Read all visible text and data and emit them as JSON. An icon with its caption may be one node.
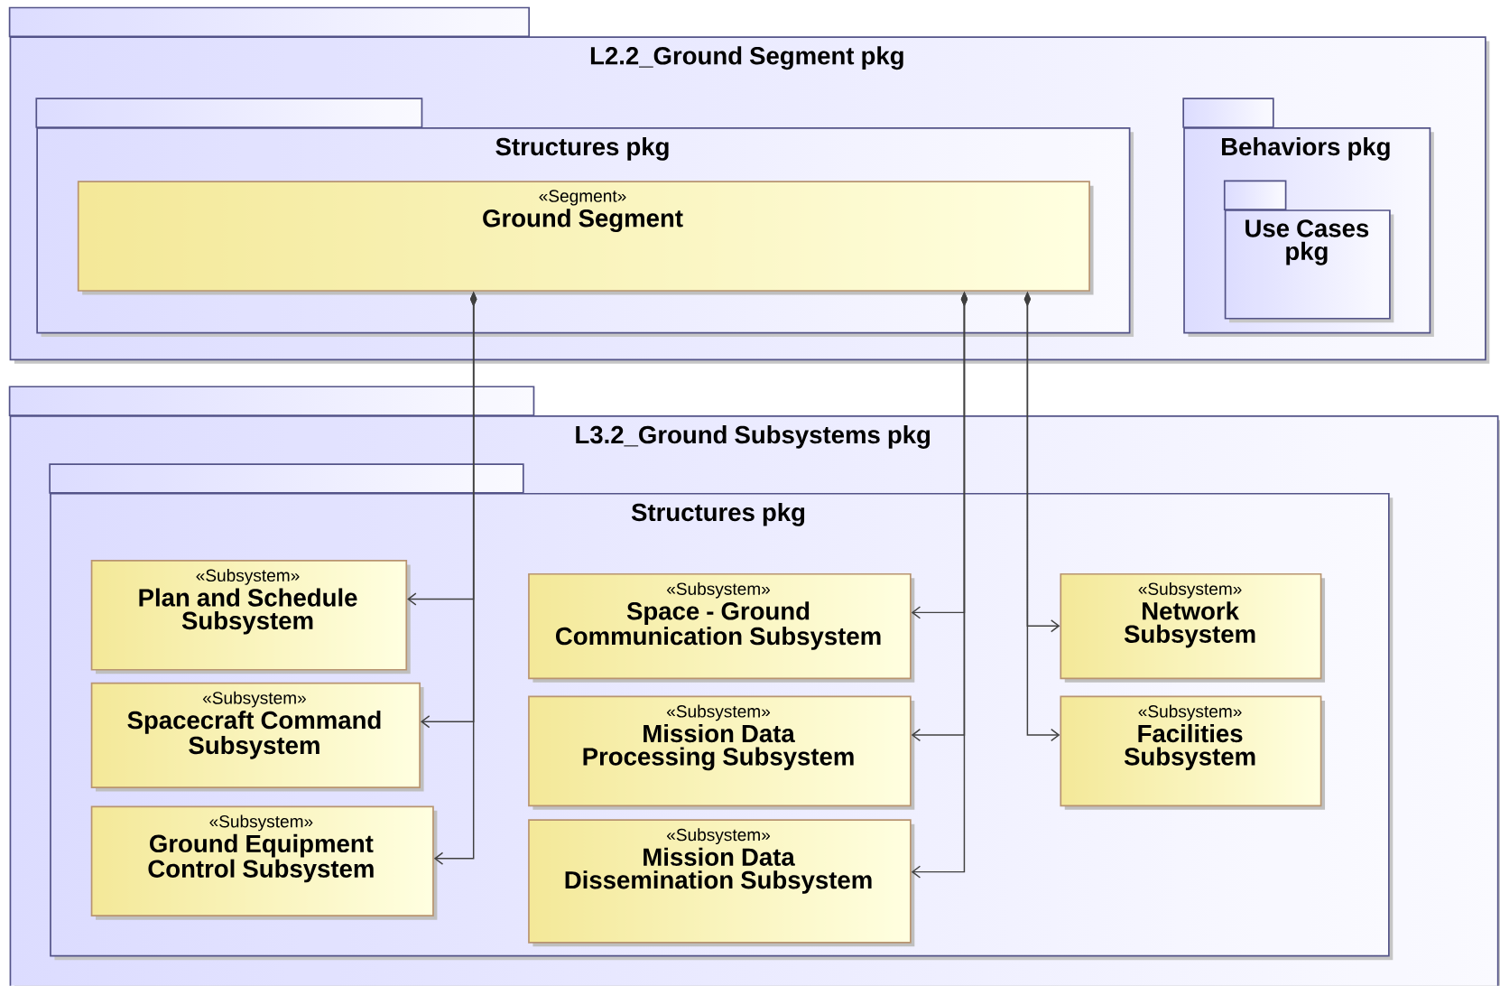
{
  "diagram": {
    "nodes": [
      {
        "text": [
          "L2.2_Ground Segment pkg"
        ]
      },
      {
        "text": [
          "Structures pkg"
        ],
        "in": 0
      },
      {
        "text": [
          "«Segment»",
          "Ground Segment"
        ],
        "in": 1
      },
      {
        "text": [
          "Behaviors pkg"
        ],
        "in": 0
      },
      {
        "text": [
          "Use Cases pkg"
        ],
        "in": 3
      },
      {
        "text": [
          "L3.2_Ground Subsystems pkg"
        ]
      },
      {
        "text": [
          "Structures pkg"
        ],
        "in": 5
      },
      {
        "text": [
          "«Subsystem»",
          "Plan and Schedule Subsystem"
        ],
        "in": 6
      },
      {
        "text": [
          "«Subsystem»",
          "Spacecraft Command Subsystem"
        ],
        "in": 6
      },
      {
        "text": [
          "«Subsystem»",
          "Ground Equipment Control Subsystem"
        ],
        "in": 6
      },
      {
        "text": [
          "«Subsystem»",
          "Space - Ground Communication Subsystem"
        ],
        "in": 6
      },
      {
        "text": [
          "«Subsystem»",
          "Mission Data Processing Subsystem"
        ],
        "in": 6
      },
      {
        "text": [
          "«Subsystem»",
          "Mission Data Dissemination Subsystem"
        ],
        "in": 6
      },
      {
        "text": [
          "«Subsystem»",
          "Network Subsystem"
        ],
        "in": 6
      },
      {
        "text": [
          "«Subsystem»",
          "Facilities Subsystem"
        ],
        "in": 6
      }
    ],
    "edges": [
      {
        "from": 2,
        "to": 7,
        "arrow": "to"
      },
      {
        "from": 2,
        "to": 8,
        "arrow": "to"
      },
      {
        "from": 2,
        "to": 9,
        "arrow": "to"
      },
      {
        "from": 2,
        "to": 10,
        "arrow": "to"
      },
      {
        "from": 2,
        "to": 11,
        "arrow": "to"
      },
      {
        "from": 2,
        "to": 12,
        "arrow": "to"
      },
      {
        "from": 2,
        "to": 13,
        "arrow": "to"
      },
      {
        "from": 2,
        "to": 14,
        "arrow": "to"
      }
    ]
  }
}
